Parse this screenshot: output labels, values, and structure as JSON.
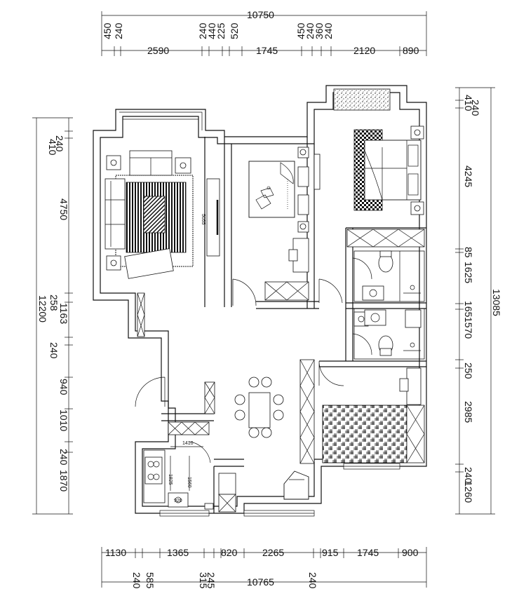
{
  "top_dims": {
    "overall": "10750",
    "stacked": [
      "450",
      "240",
      "240",
      "440",
      "225",
      "520",
      "450",
      "240",
      "360",
      "240"
    ],
    "row": [
      "2590",
      "1745",
      "2120",
      "890"
    ]
  },
  "bottom_dims": {
    "row": [
      "1130",
      "1365",
      "820",
      "2265",
      "915",
      "1745",
      "900"
    ],
    "stacked": [
      "240",
      "585",
      "315",
      "245",
      "240"
    ],
    "overall": "10765"
  },
  "left_dims": {
    "stacked_top": [
      "410",
      "240"
    ],
    "middle": [
      "4750",
      "258",
      "1163",
      "240"
    ],
    "overall": "12200",
    "lower": [
      "940",
      "1010",
      "240",
      "1870"
    ]
  },
  "right_dims": {
    "stacked_top": [
      "410",
      "240"
    ],
    "values": [
      "4245",
      "85",
      "1625",
      "165",
      "1570",
      "250",
      "2985",
      "240",
      "1260"
    ],
    "overall": "13085"
  },
  "interior_labels": {
    "living_dim": "5055",
    "kitchen_a": "1410",
    "kitchen_b": "1825",
    "kitchen_c": "1560",
    "kitchen_d": "920"
  },
  "colors": {
    "line": "#111111",
    "background": "#ffffff"
  }
}
